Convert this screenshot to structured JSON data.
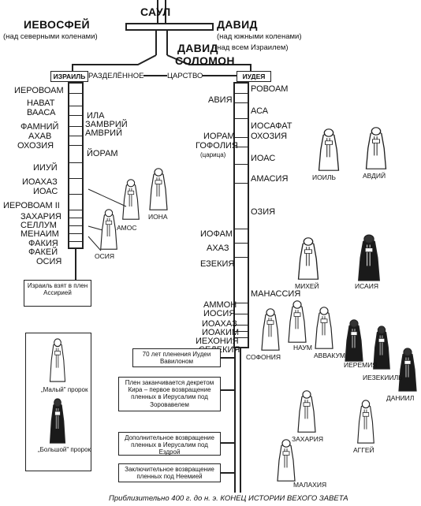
{
  "top": {
    "saul": "САУЛ",
    "ishbosheth": "ИЕВОСФЕЙ",
    "ishbosheth_sub": "(над северными коленами)",
    "david1": "ДАВИД",
    "david1_sub": "(над южными коленами)",
    "david2": "ДАВИД",
    "david2_sub": "(над всем Израилем)",
    "solomon": "СОЛОМОН"
  },
  "divided": {
    "israel": "ИЗРАИЛЬ",
    "judah": "ИУДЕЯ",
    "label_left": "РАЗДЕЛЁННОЕ",
    "label_right": "ЦАРСТВО"
  },
  "israel_kings": [
    "ИЕРОВОАМ",
    "НАВАТ",
    "ВААСА",
    "ИЛА",
    "ЗАМВРИЙ",
    "АМВРИЙ",
    "ФАМНИЙ",
    "АХАВ",
    "ОХОЗИЯ",
    "ЙОРАМ",
    "ИИУЙ",
    "ИОАХАЗ",
    "ИОАС",
    "ИЕРОВОАМ II",
    "ЗАХАРИЯ",
    "СЕЛЛУМ",
    "МЕНАИМ",
    "ФАКИЯ",
    "ФАКЕЙ",
    "ОСИЯ"
  ],
  "israel_end": "Израиль взят в плен Ассирией",
  "judah_kings": [
    "РОВОАМ",
    "АВИЯ",
    "АСА",
    "ИОСАФАТ",
    "ИОРАМ",
    "ОХОЗИЯ",
    "ГОФОЛИЯ",
    "(царица)",
    "ИОАС",
    "АМАСИЯ",
    "ОЗИЯ",
    "ИОФАМ",
    "АХАЗ",
    "ЕЗЕКИЯ",
    "МАНАССИЯ",
    "АММОН",
    "ИОСИЯ",
    "ИОАХАЗ",
    "ИОАКИМ",
    "ИЕХОНИЯ",
    "СЕДЕКИЯ"
  ],
  "prophets": {
    "ioil": "ИОИЛЬ",
    "avdiy": "АВДИЙ",
    "iona": "ИОНА",
    "amos": "АМОС",
    "osiya": "ОСИЯ",
    "mikhey": "МИХЕЙ",
    "isaiya": "ИСАИЯ",
    "naum": "НАУМ",
    "avvakum": "АВВАКУМ",
    "sofoniya": "СОФОНИЯ",
    "ieremiya": "ИЕРЕМИЯ",
    "iezekiil": "ИЕЗЕКИИЛЬ",
    "daniil": "ДАНИИЛ",
    "zakhariya": "ЗАХАРИЯ",
    "aggey": "АГГЕЙ",
    "malakhiya": "МАЛАХИЯ"
  },
  "legend": {
    "minor": "„Малый\" пророк",
    "major": "„Большой\" пророк"
  },
  "exile_boxes": [
    "70 лет пленения Иудеи Вавилоном",
    "Плен заканчивается декретом Кира – первое возвращение пленных в Иерусалим под Зоровавелем",
    "Дополнительное возвращение пленных в Иерусалим под Ездрой",
    "Заключительное возвращение пленных под Неемией"
  ],
  "footer": "Приблизительно 400 г. до н. э.  КОНЕЦ ИСТОРИИ ВЕХОГО ЗАВЕТА",
  "colors": {
    "ink": "#111111",
    "dark_prophet": "#1a1a1a",
    "paper": "#ffffff"
  }
}
